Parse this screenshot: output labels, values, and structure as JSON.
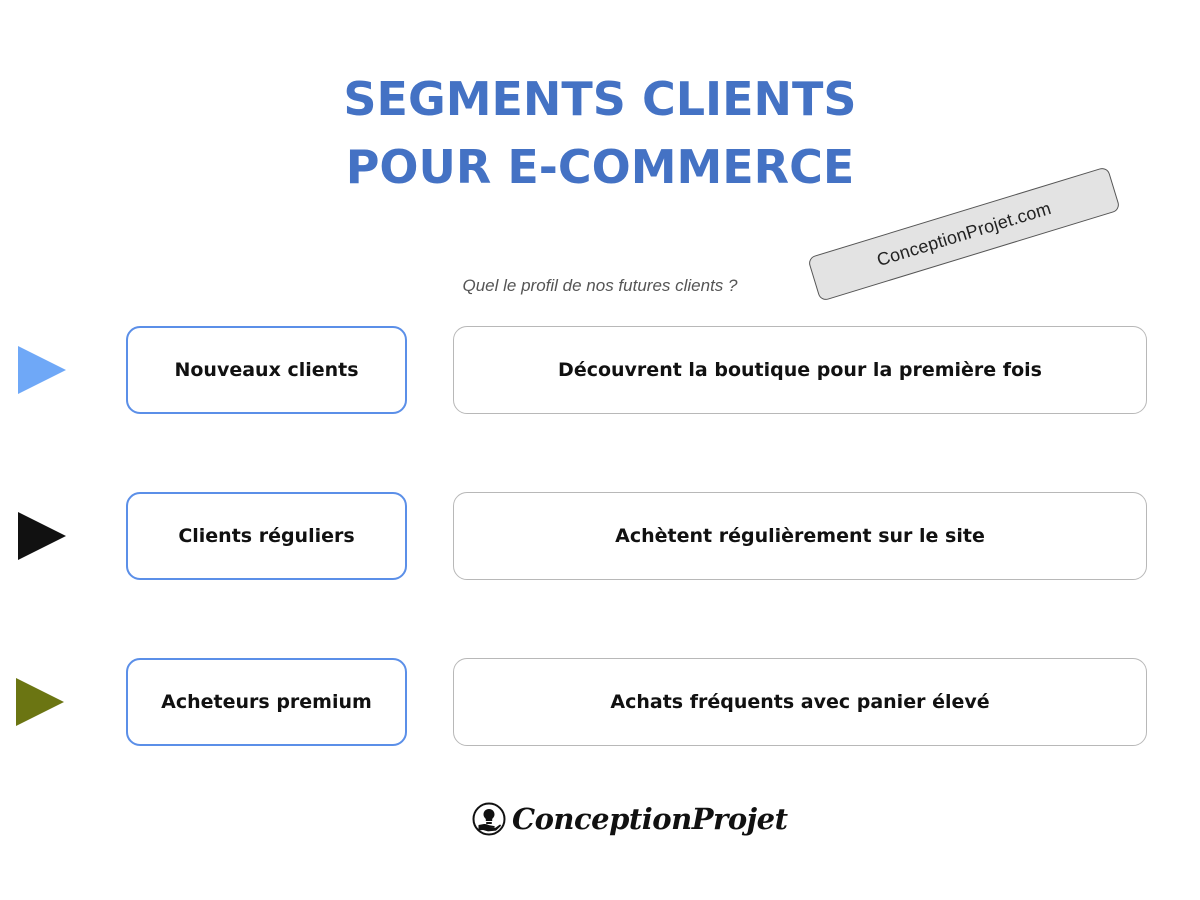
{
  "title": {
    "line1": "SEGMENTS CLIENTS",
    "line2": "POUR E-COMMERCE"
  },
  "stamp": {
    "text": "ConceptionProjet.com"
  },
  "subtitle": "Quel le profil de nos futures clients ?",
  "segments": [
    {
      "name": "Nouveaux clients",
      "description": "Découvrent la boutique pour la première fois",
      "marker_color": "#6fa8f7"
    },
    {
      "name": "Clients réguliers",
      "description": "Achètent régulièrement sur le site",
      "marker_color": "#111111"
    },
    {
      "name": "Acheteurs premium",
      "description": "Achats fréquents avec panier élevé",
      "marker_color": "#6b7512"
    }
  ],
  "colors": {
    "title": "#4472c4",
    "segment_border": "#5b8fe8",
    "description_border": "#b8b8b8"
  },
  "logo": {
    "text": "ConceptionProjet",
    "icon": "hand-holding-lightbulb-icon"
  }
}
